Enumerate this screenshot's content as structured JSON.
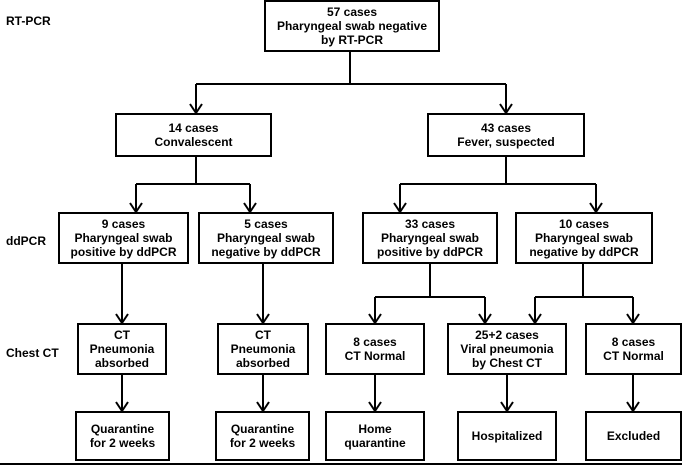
{
  "row_labels": {
    "rtpcr": "RT-PCR",
    "ddpcr": "ddPCR",
    "chestct": "Chest CT"
  },
  "nodes": {
    "root": "57 cases\nPharyngeal swab negative\nby RT-PCR",
    "convalescent": "14 cases\nConvalescent",
    "fever": "43 cases\nFever, suspected",
    "conv_pos": "9 cases\nPharyngeal swab\npositive by ddPCR",
    "conv_neg": "5 cases\nPharyngeal swab\nnegative by ddPCR",
    "fever_pos": "33 cases\nPharyngeal swab\npositive by ddPCR",
    "fever_neg": "10 cases\nPharyngeal swab\nnegative by ddPCR",
    "ct_absorbed_1": "CT\nPneumonia\nabsorbed",
    "ct_absorbed_2": "CT\nPneumonia\nabsorbed",
    "ct_normal_1": "8 cases\nCT Normal",
    "ct_viral": "25+2 cases\nViral pneumonia\nby Chest CT",
    "ct_normal_2": "8 cases\nCT Normal",
    "out_quarantine_1": "Quarantine\nfor 2 weeks",
    "out_quarantine_2": "Quarantine\nfor 2 weeks",
    "out_home": "Home\nquarantine",
    "out_hospitalized": "Hospitalized",
    "out_excluded": "Excluded"
  }
}
